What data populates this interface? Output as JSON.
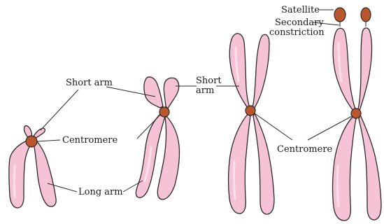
{
  "labels": {
    "short_arm_left": "Short arm",
    "short_arm_right_line1": "Short",
    "short_arm_right_line2": "arm",
    "centromere_left": "Centromere",
    "centromere_right": "Centromere",
    "long_arm": "Long arm",
    "satellite": "Satellite",
    "secondary_constriction_line1": "Secondary",
    "secondary_constriction_line2": "constriction"
  },
  "colors": {
    "chromatid_fill": "#f6c2d6",
    "centromere_fill": "#b9562c",
    "outline": "#2a2a2a"
  }
}
